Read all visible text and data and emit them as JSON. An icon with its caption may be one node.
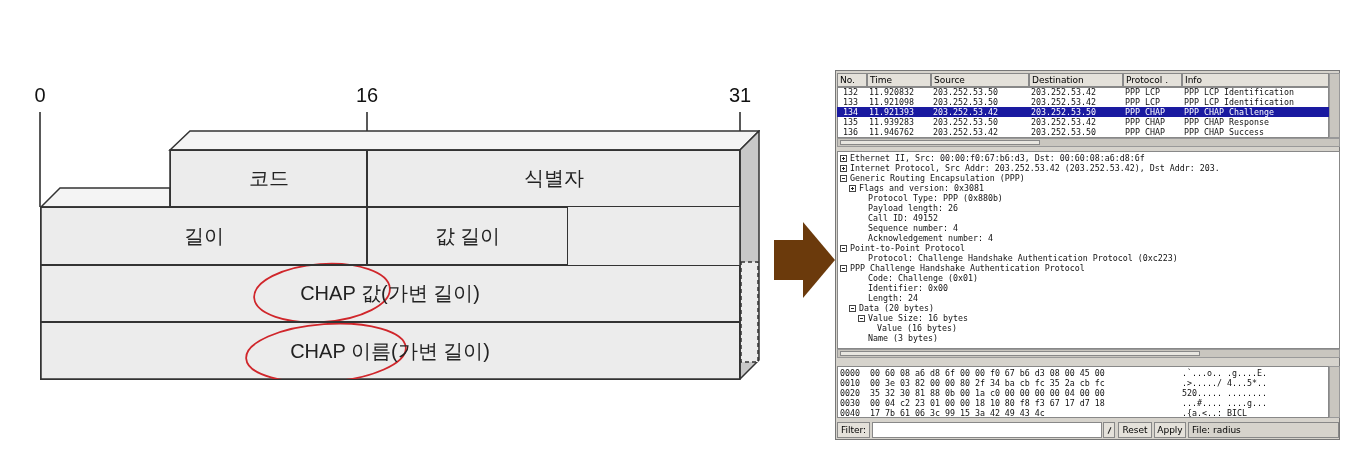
{
  "diagram": {
    "nodes": [
      {
        "text": [],
        "shape": "box"
      },
      {
        "text": [
          "코드"
        ],
        "in": 0
      },
      {
        "text": [
          "식별자"
        ],
        "in": 0
      },
      {
        "text": [
          "길이"
        ],
        "in": 0
      },
      {
        "text": [
          "값 길이"
        ],
        "in": 0
      },
      {
        "text": [
          "CHAP 값(가변 길이)"
        ],
        "in": 0
      },
      {
        "text": [
          "CHAP 이름(가변 길이)"
        ],
        "in": 0
      },
      {
        "text": [],
        "shape": "box"
      }
    ],
    "edges": [
      {
        "from": 0,
        "to": 7,
        "arrow": "to",
        "color": "#6b3a0c"
      }
    ],
    "labels": [
      "0",
      "16",
      "31",
      "No.",
      "Time",
      "Source",
      "Destination",
      "Protocol .",
      "Info",
      "132",
      "11.920832",
      "203.252.53.50",
      "203.252.53.42",
      "PPP LCP",
      "PPP LCP Identification",
      "133",
      "11.921098",
      "203.252.53.50",
      "203.252.53.42",
      "PPP LCP",
      "PPP LCP Identification",
      "134",
      "11.921393",
      "203.252.53.42",
      "203.252.53.50",
      "PPP CHAP",
      "PPP CHAP Challenge",
      "135",
      "11.939283",
      "203.252.53.50",
      "203.252.53.42",
      "PPP CHAP",
      "PPP CHAP Response",
      "136",
      "11.946762",
      "203.252.53.42",
      "203.252.53.50",
      "PPP CHAP",
      "PPP CHAP Success",
      "Ethernet II, Src: 00:00:f0:67:b6:d3, Dst: 00:60:08:a6:d8:6f",
      "Internet Protocol, Src Addr: 203.252.53.42 (203.252.53.42), Dst Addr: 203.",
      "Generic Routing Encapsulation (PPP)",
      "Flags and version: 0x3081",
      "Protocol Type: PPP (0x880b)",
      "Payload length: 26",
      "Call ID: 49152",
      "Sequence number: 4",
      "Acknowledgement number: 4",
      "Point-to-Point Protocol",
      "Protocol: Challenge Handshake Authentication Protocol (0xc223)",
      "PPP Challenge Handshake Authentication Protocol",
      "Code: Challenge (0x01)",
      "Identifier: 0x00",
      "Length: 24",
      "Data (20 bytes)",
      "Value Size: 16 bytes",
      "Value (16 bytes)",
      "Name (3 bytes)",
      "0000",
      "00 60 08 a6 d8 6f 00 00  f0 67 b6 d3 08 00 45 00",
      ".`...o.. .g....E.",
      "0010",
      "00 3e 03 82 00 00 80 2f  34 ba cb fc 35 2a cb fc",
      ".>...../ 4...5*..",
      "0020",
      "35 32 30 81 88 0b 00 1a  c0 00 00 00 00 04 00 00",
      "520..... ........",
      "0030",
      "00 04 c2 23 01 00 00 18  10 80 f8 f3 67 17 d7 18",
      "...#.... ....g...",
      "0040",
      "17 7b 61 06 3c 99 15 3a  42 49 43 4c",
      ".{a.<..: BICL",
      "Filter:",
      "Reset",
      "Apply",
      "File: radius"
    ]
  }
}
